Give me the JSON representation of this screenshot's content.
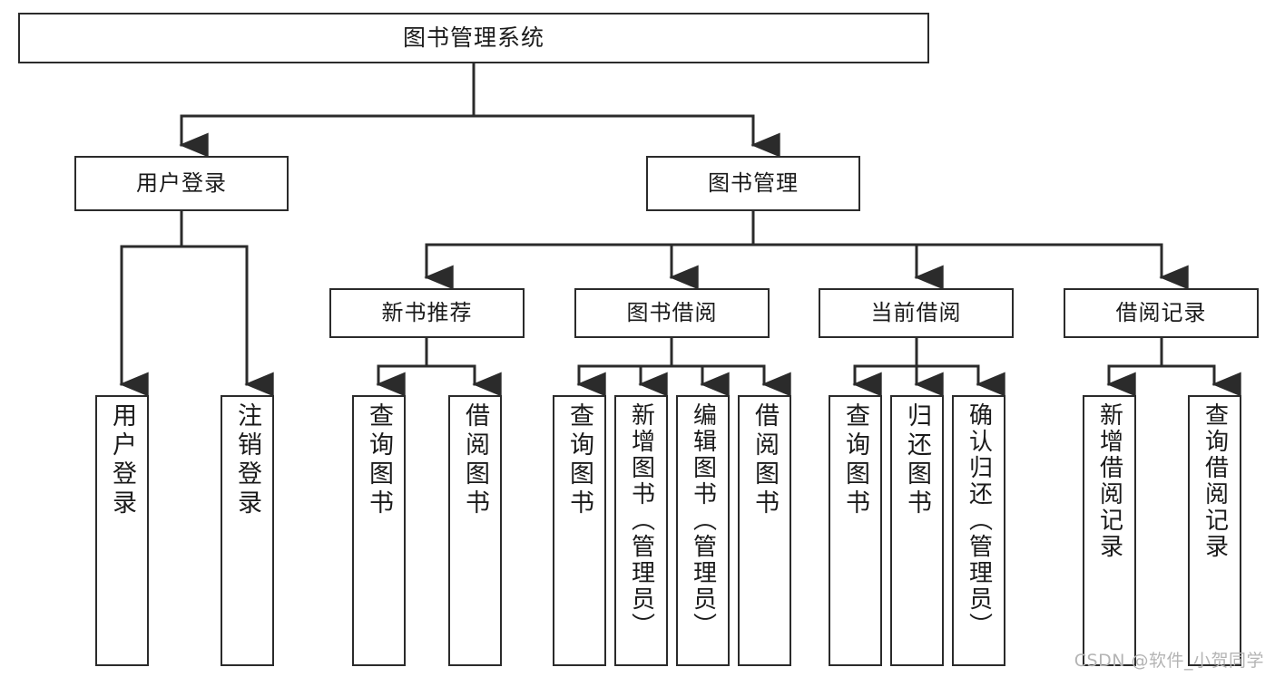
{
  "diagram": {
    "title": "图书管理系统",
    "type": "tree",
    "watermark": "CSDN @软件_小贺同学",
    "colors": {
      "border": "#2b2b2b",
      "background": "#ffffff",
      "text": "#1a1a1a",
      "watermark": "#b4b4b4"
    },
    "levels": {
      "root": {
        "label": "图书管理系统"
      },
      "level2": [
        {
          "label": "用户登录"
        },
        {
          "label": "图书管理"
        }
      ],
      "level3": [
        {
          "label": "新书推荐"
        },
        {
          "label": "图书借阅"
        },
        {
          "label": "当前借阅"
        },
        {
          "label": "借阅记录"
        }
      ],
      "leaves": [
        {
          "label": "用户登录",
          "parent": "用户登录"
        },
        {
          "label": "注销登录",
          "parent": "用户登录"
        },
        {
          "label": "查询图书",
          "parent": "新书推荐"
        },
        {
          "label": "借阅图书",
          "parent": "新书推荐"
        },
        {
          "label": "查询图书",
          "parent": "图书借阅"
        },
        {
          "label": "新增图书（管理员）",
          "parent": "图书借阅"
        },
        {
          "label": "编辑图书（管理员）",
          "parent": "图书借阅"
        },
        {
          "label": "借阅图书",
          "parent": "图书借阅"
        },
        {
          "label": "查询图书",
          "parent": "当前借阅"
        },
        {
          "label": "归还图书",
          "parent": "当前借阅"
        },
        {
          "label": "确认归还（管理员）",
          "parent": "当前借阅"
        },
        {
          "label": "新增借阅记录",
          "parent": "借阅记录"
        },
        {
          "label": "查询借阅记录",
          "parent": "借阅记录"
        }
      ]
    }
  }
}
